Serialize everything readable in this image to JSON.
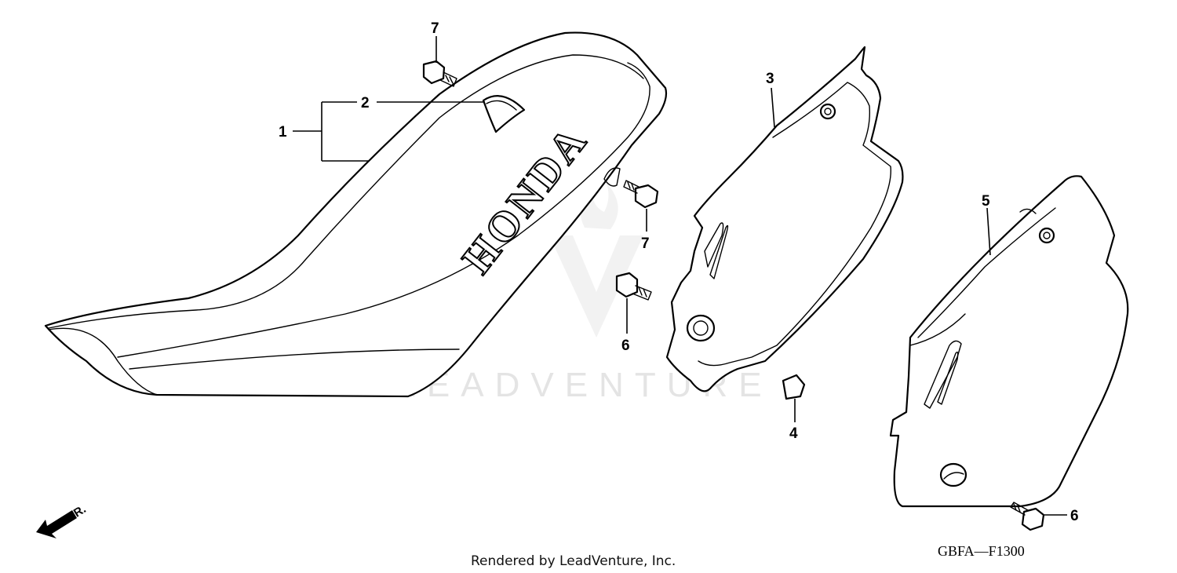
{
  "diagram": {
    "brand_text": "HONDA",
    "watermark": "LEADVENTURE",
    "diagram_code": "GBFA—F1300",
    "credit": "Rendered by LeadVenture, Inc.",
    "direction_label": "FR.",
    "callouts": {
      "seat": "1",
      "seat_emblem": "2",
      "right_side_cover": "3",
      "cover_nut": "4",
      "left_side_cover": "5",
      "bolt_6_center": "6",
      "bolt_6_lower": "6",
      "bolt_7_top": "7",
      "bolt_7_center": "7"
    }
  }
}
